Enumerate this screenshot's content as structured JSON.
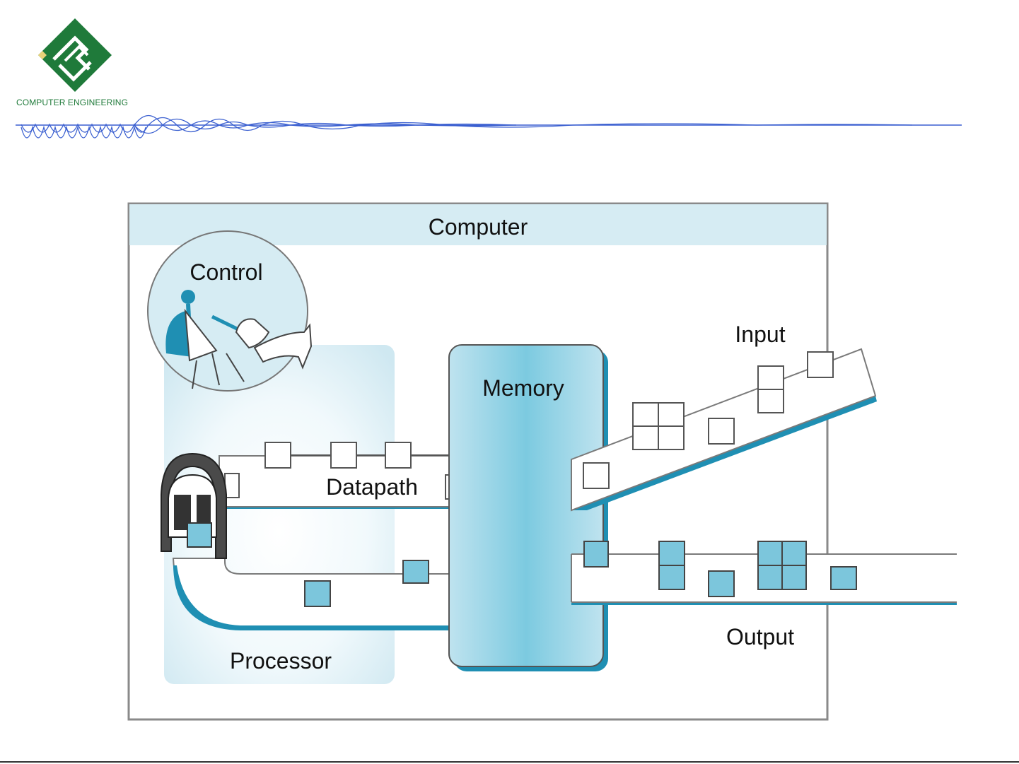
{
  "header": {
    "logo_text": "COMPUTER ENGINEERING",
    "brand_color": "#1f7a3a",
    "accent_color": "#3a5fd0"
  },
  "diagram": {
    "title": "Computer",
    "labels": {
      "control": "Control",
      "memory": "Memory",
      "input": "Input",
      "datapath": "Datapath",
      "output": "Output",
      "processor": "Processor"
    },
    "colors": {
      "panel": "#d6ecf3",
      "frame": "#8a8a8a",
      "memory": "#5fb8d3",
      "data_block": "#7cc6dc",
      "pipe_shadow": "#1f8fb3"
    }
  }
}
